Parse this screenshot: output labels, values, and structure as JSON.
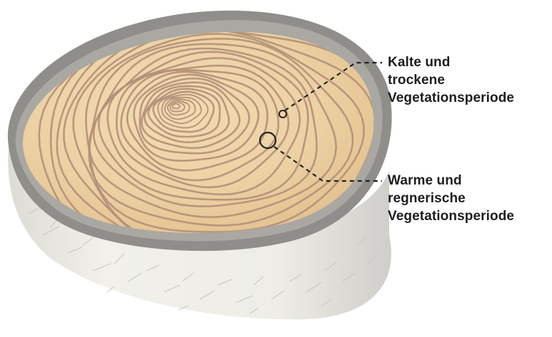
{
  "annotations": [
    {
      "id": "dry",
      "lines": [
        "Kalte und",
        "trockene",
        "Vegetationsperiode"
      ]
    },
    {
      "id": "wet",
      "lines": [
        "Warme und",
        "regnerische",
        "Vegetationsperiode"
      ]
    }
  ],
  "colors": {
    "ring_line": "#b48f79",
    "wood_face": "#edd3a6",
    "bark_top": "#8a8986",
    "bark_side": "#ecebe6",
    "leader_line": "#222222",
    "label_text": "#1e1e1e"
  }
}
